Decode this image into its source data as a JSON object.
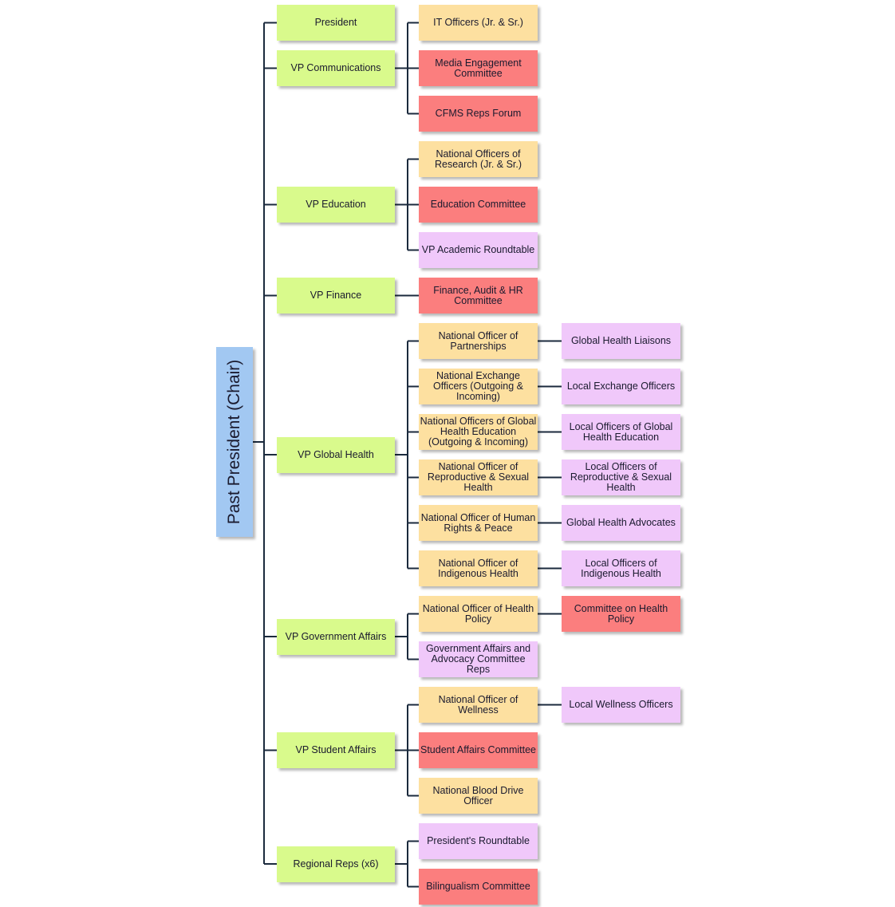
{
  "root": {
    "label": "Past President (Chair)"
  },
  "colors": {
    "level1": "#d9fa8c",
    "officer": "#fde0a0",
    "committee": "#fb7e7e",
    "local": "#f0c8fa",
    "root": "#a2c8f2",
    "connector": "#1b2a3d"
  },
  "branches": [
    {
      "label": "President",
      "children": []
    },
    {
      "label": "VP Communications",
      "children": [
        {
          "label": "IT Officers (Jr. & Sr.)",
          "kind": "officer"
        },
        {
          "label": "Media Engagement Committee",
          "kind": "committee"
        },
        {
          "label": "CFMS Reps Forum",
          "kind": "committee"
        }
      ]
    },
    {
      "label": "VP Education",
      "children": [
        {
          "label": "National Officers of Research (Jr. & Sr.)",
          "kind": "officer"
        },
        {
          "label": "Education Committee",
          "kind": "committee"
        },
        {
          "label": "VP Academic Roundtable",
          "kind": "local"
        }
      ]
    },
    {
      "label": "VP Finance",
      "children": [
        {
          "label": "Finance, Audit & HR Committee",
          "kind": "committee"
        }
      ]
    },
    {
      "label": "VP Global Health",
      "children": [
        {
          "label": "National Officer of Partnerships",
          "kind": "officer",
          "child": {
            "label": "Global Health Liaisons",
            "kind": "local"
          }
        },
        {
          "label": "National Exchange Officers (Outgoing & Incoming)",
          "kind": "officer",
          "child": {
            "label": "Local Exchange Officers",
            "kind": "local"
          }
        },
        {
          "label": "National Officers of Global Health Education (Outgoing & Incoming)",
          "kind": "officer",
          "child": {
            "label": "Local Officers of Global Health Education",
            "kind": "local"
          }
        },
        {
          "label": "National Officer of Reproductive & Sexual Health",
          "kind": "officer",
          "child": {
            "label": "Local Officers of Reproductive & Sexual Health",
            "kind": "local"
          }
        },
        {
          "label": "National Officer of Human Rights & Peace",
          "kind": "officer",
          "child": {
            "label": "Global Health Advocates",
            "kind": "local"
          }
        },
        {
          "label": "National Officer of Indigenous Health",
          "kind": "officer",
          "child": {
            "label": "Local Officers of Indigenous Health",
            "kind": "local"
          }
        }
      ]
    },
    {
      "label": "VP Government Affairs",
      "children": [
        {
          "label": "National Officer of Health Policy",
          "kind": "officer",
          "child": {
            "label": "Committee on Health Policy",
            "kind": "committee"
          }
        },
        {
          "label": "Government Affairs and Advocacy Committee Reps",
          "kind": "local"
        }
      ]
    },
    {
      "label": "VP Student Affairs",
      "children": [
        {
          "label": "National Officer of Wellness",
          "kind": "officer",
          "child": {
            "label": "Local Wellness Officers",
            "kind": "local"
          }
        },
        {
          "label": "Student Affairs Committee",
          "kind": "committee"
        },
        {
          "label": "National Blood Drive Officer",
          "kind": "officer"
        }
      ]
    },
    {
      "label": "Regional Reps (x6)",
      "children": [
        {
          "label": "President's Roundtable",
          "kind": "local"
        },
        {
          "label": "Bilingualism Committee",
          "kind": "committee"
        }
      ]
    }
  ]
}
